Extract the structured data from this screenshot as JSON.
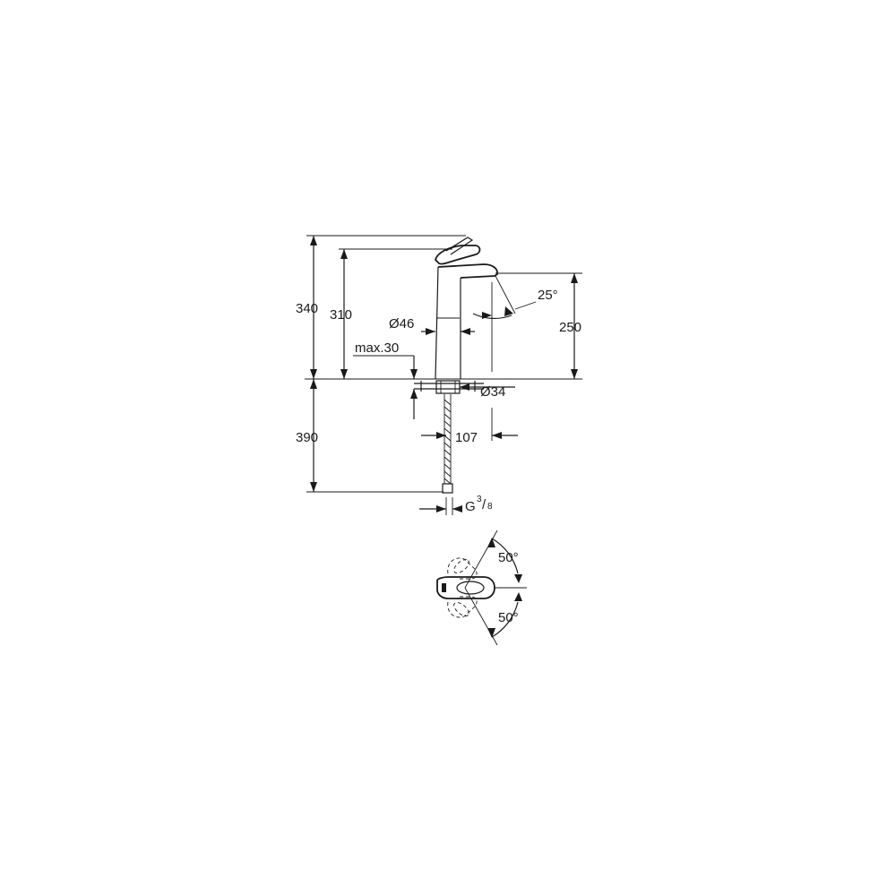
{
  "dimensions": {
    "total_height": "340",
    "spout_height": "310",
    "outlet_height": "250",
    "body_diameter": "Ø46",
    "max_counter_thickness": "max.30",
    "mount_hole_diameter": "Ø34",
    "spout_angle": "25°",
    "hose_length": "390",
    "projection": "107",
    "connection_main": "G",
    "connection_sup": "3",
    "connection_sub": "8",
    "lever_angle_top": "50°",
    "lever_angle_bottom": "50°"
  }
}
